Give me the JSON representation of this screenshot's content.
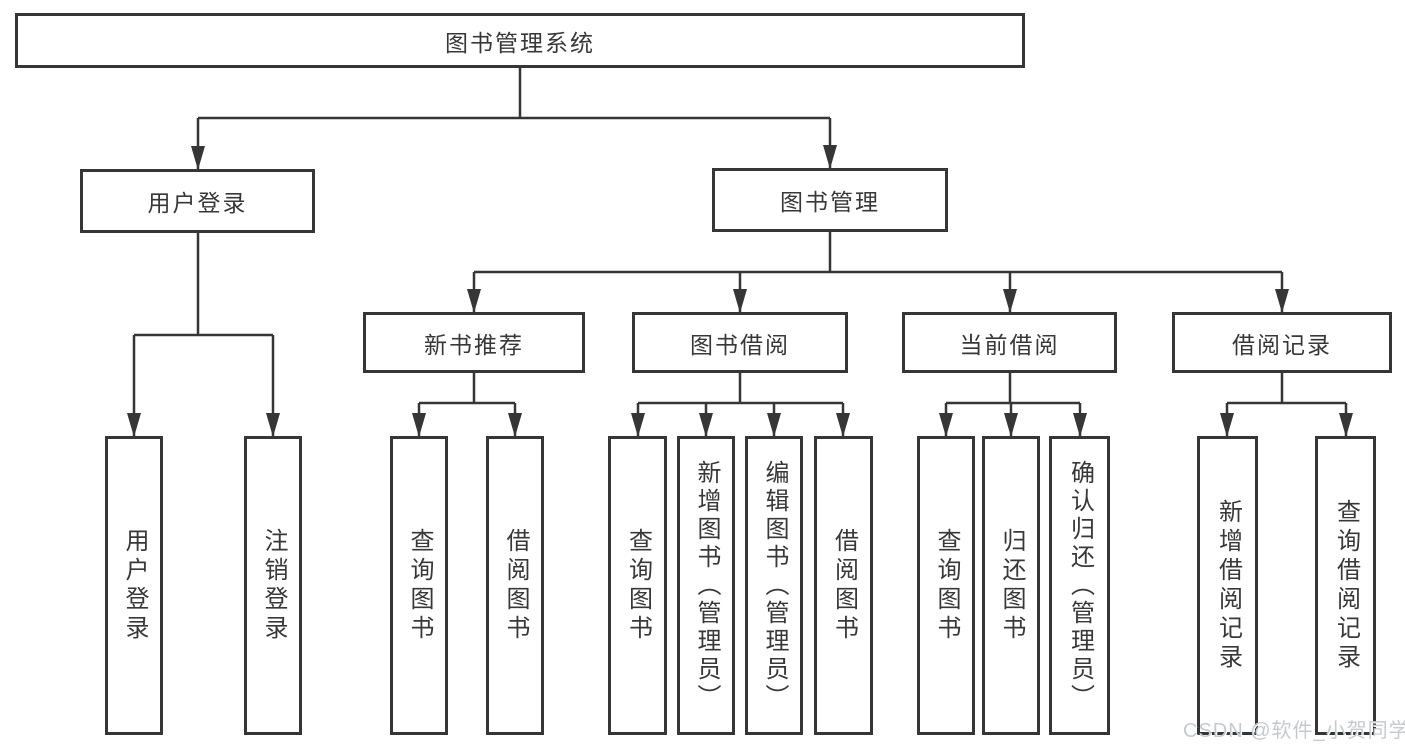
{
  "tree": {
    "root": {
      "label": "图书管理系统"
    },
    "branches": [
      {
        "label": "用户登录",
        "children": [
          {
            "label": "用户登录"
          },
          {
            "label": "注销登录"
          }
        ]
      },
      {
        "label": "图书管理",
        "sections": [
          {
            "label": "新书推荐",
            "children": [
              {
                "label": "查询图书"
              },
              {
                "label": "借阅图书"
              }
            ]
          },
          {
            "label": "图书借阅",
            "children": [
              {
                "label": "查询图书"
              },
              {
                "label": "新增图书（管理员）"
              },
              {
                "label": "编辑图书（管理员）"
              },
              {
                "label": "借阅图书"
              }
            ]
          },
          {
            "label": "当前借阅",
            "children": [
              {
                "label": "查询图书"
              },
              {
                "label": "归还图书"
              },
              {
                "label": "确认归还（管理员）"
              }
            ]
          },
          {
            "label": "借阅记录",
            "children": [
              {
                "label": "新增借阅记录"
              },
              {
                "label": "查询借阅记录"
              }
            ]
          }
        ]
      }
    ]
  },
  "watermark": {
    "text": "CSDN @软件_小贺同学"
  },
  "colors": {
    "line": "#363636",
    "box_border": "#363636",
    "text": "#383838",
    "background": "#ffffff",
    "watermark": "#c6cacd"
  }
}
